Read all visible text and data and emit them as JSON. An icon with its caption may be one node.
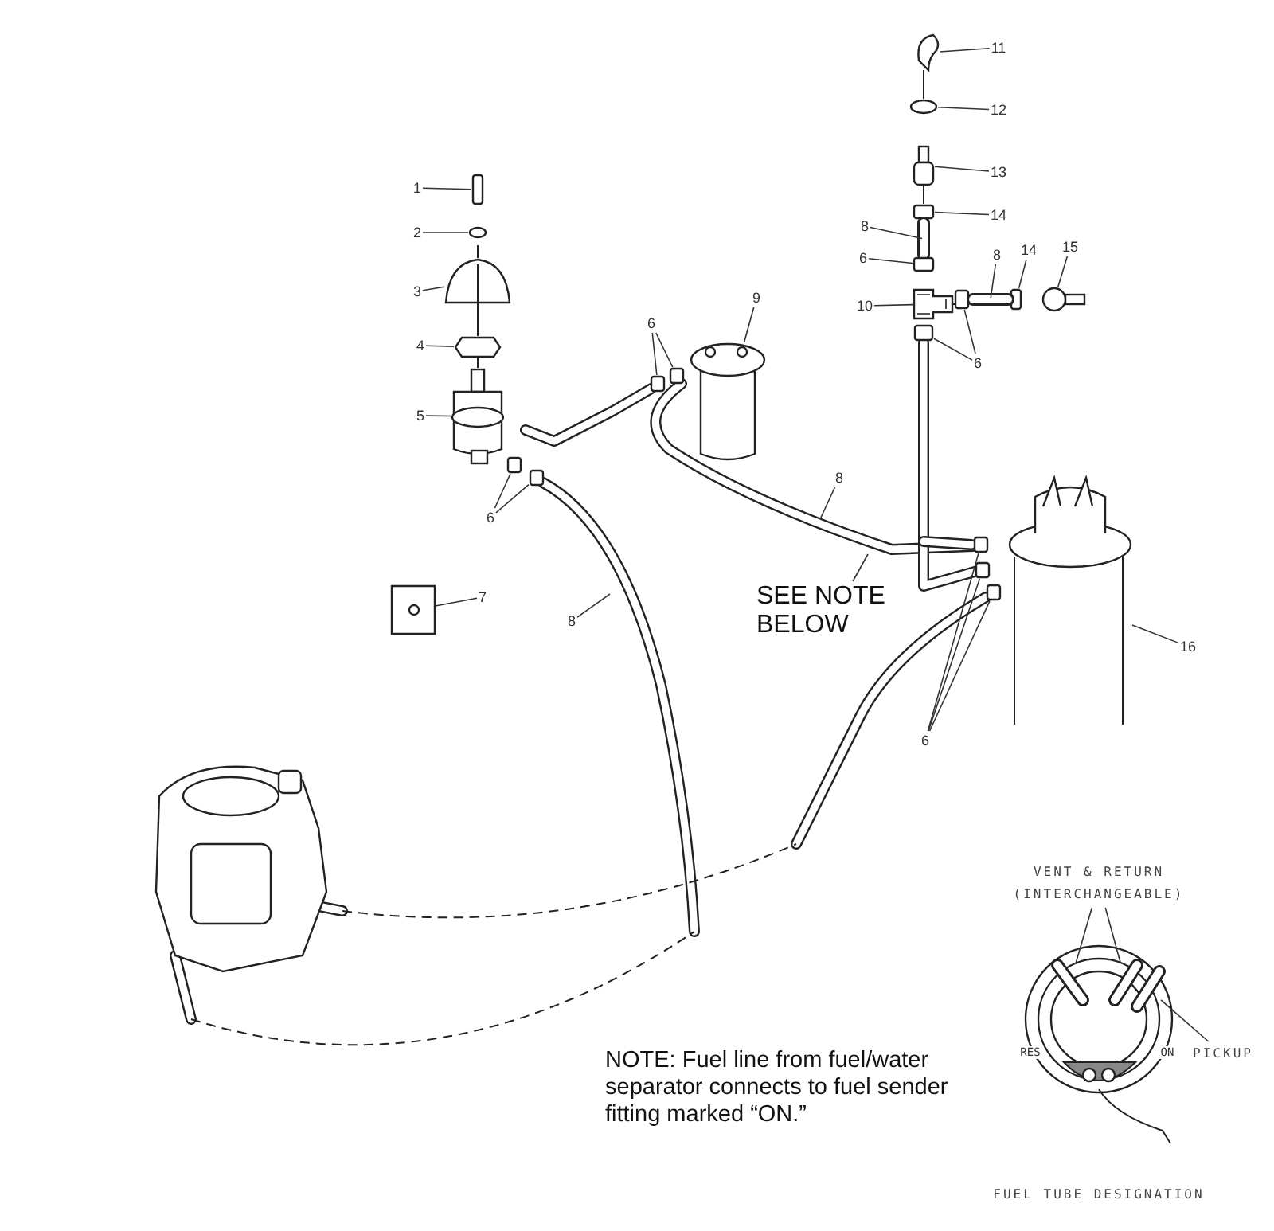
{
  "diagram": {
    "nodes": [
      {
        "text": [
          "11"
        ]
      },
      {
        "text": [
          "12"
        ]
      },
      {
        "text": [
          "13"
        ]
      },
      {
        "text": [
          "1"
        ]
      },
      {
        "text": [
          "14"
        ]
      },
      {
        "text": [
          "8"
        ]
      },
      {
        "text": [
          "2"
        ]
      },
      {
        "text": [
          "14"
        ]
      },
      {
        "text": [
          "15"
        ]
      },
      {
        "text": [
          "8"
        ]
      },
      {
        "text": [
          "6"
        ]
      },
      {
        "text": [
          "3"
        ]
      },
      {
        "text": [
          "9"
        ]
      },
      {
        "text": [
          "10"
        ]
      },
      {
        "text": [
          "6"
        ]
      },
      {
        "text": [
          "4"
        ]
      },
      {
        "text": [
          "6"
        ]
      },
      {
        "text": [
          "5"
        ]
      },
      {
        "text": [
          "8"
        ]
      },
      {
        "text": [
          "6"
        ]
      },
      {
        "text": [
          "7"
        ]
      },
      {
        "text": [
          "SEE NOTE BELOW"
        ]
      },
      {
        "text": [
          "8"
        ]
      },
      {
        "text": [
          "16"
        ]
      },
      {
        "text": [
          "6"
        ]
      },
      {
        "text": [
          "VENT & RETURN (INTERCHANGEABLE)"
        ]
      },
      {
        "text": [
          "PICKUP"
        ]
      },
      {
        "text": [],
        "shape": "cylinder"
      },
      {
        "text": [],
        "shape": "box"
      },
      {
        "text": [],
        "shape": "box"
      },
      {
        "text": [],
        "shape": "circle"
      },
      {
        "text": [],
        "shape": "bar"
      },
      {
        "text": [],
        "shape": "bar"
      },
      {
        "text": [],
        "shape": "bar"
      },
      {
        "text": [],
        "shape": "box"
      },
      {
        "text": [],
        "shape": "circle"
      },
      {
        "text": [],
        "shape": "picture"
      },
      {
        "text": [],
        "shape": "picture"
      },
      {
        "text": [],
        "shape": "picture"
      },
      {
        "text": [],
        "shape": "picture"
      },
      {
        "text": [],
        "shape": "circle"
      },
      {
        "text": [],
        "shape": "picture"
      },
      {
        "text": [],
        "shape": "box"
      },
      {
        "text": [],
        "shape": "bar"
      },
      {
        "text": [],
        "shape": "box"
      },
      {
        "text": [],
        "shape": "picture"
      },
      {
        "text": [],
        "shape": "box"
      },
      {
        "text": [],
        "shape": "box"
      },
      {
        "text": [],
        "shape": "bar"
      },
      {
        "text": [],
        "shape": "box"
      },
      {
        "text": [],
        "shape": "box"
      },
      {
        "text": [],
        "shape": "box"
      },
      {
        "text": [],
        "shape": "box"
      },
      {
        "text": [],
        "shape": "box"
      },
      {
        "text": [],
        "shape": "box"
      },
      {
        "text": [],
        "shape": "picture"
      },
      {
        "text": [],
        "shape": "picture"
      }
    ],
    "edges": [
      {
        "from": 0,
        "to": 39,
        "arrow": "none"
      },
      {
        "from": 1,
        "to": 40,
        "arrow": "none"
      },
      {
        "from": 2,
        "to": 41,
        "arrow": "none"
      },
      {
        "from": 3,
        "to": 34,
        "arrow": "none"
      },
      {
        "from": 4,
        "to": 42,
        "arrow": "none"
      },
      {
        "from": 5,
        "to": 43,
        "arrow": "none"
      },
      {
        "from": 6,
        "to": 35,
        "arrow": "none"
      },
      {
        "from": 7,
        "to": 29,
        "arrow": "none"
      },
      {
        "from": 8,
        "to": 30,
        "arrow": "none"
      },
      {
        "from": 9,
        "to": 48,
        "arrow": "none"
      },
      {
        "from": 10,
        "to": 44,
        "arrow": "none"
      },
      {
        "from": 11,
        "to": 36,
        "arrow": "none"
      },
      {
        "from": 12,
        "to": 27,
        "arrow": "none"
      },
      {
        "from": 13,
        "to": 45,
        "arrow": "none"
      },
      {
        "from": 14,
        "to": 49,
        "arrow": "none"
      },
      {
        "from": 14,
        "to": 50,
        "arrow": "none"
      },
      {
        "from": 15,
        "to": 37,
        "arrow": "none"
      },
      {
        "from": 16,
        "to": 46,
        "arrow": "none"
      },
      {
        "from": 16,
        "to": 47,
        "arrow": "none"
      },
      {
        "from": 17,
        "to": 38,
        "arrow": "none"
      },
      {
        "from": 18,
        "to": null,
        "arrow": "none"
      },
      {
        "from": 19,
        "to": 28,
        "arrow": "none"
      },
      {
        "from": 19,
        "to": 51,
        "arrow": "none"
      },
      {
        "from": 20,
        "to": 55,
        "arrow": "none"
      },
      {
        "from": 21,
        "to": null,
        "arrow": "none"
      },
      {
        "from": 22,
        "to": null,
        "arrow": "none"
      },
      {
        "from": 23,
        "to": 56,
        "arrow": "none"
      },
      {
        "from": 24,
        "to": 52,
        "arrow": "none"
      },
      {
        "from": 24,
        "to": 53,
        "arrow": "none"
      },
      {
        "from": 24,
        "to": 54,
        "arrow": "none"
      },
      {
        "from": 25,
        "to": 31,
        "arrow": "none"
      },
      {
        "from": 25,
        "to": 32,
        "arrow": "none"
      },
      {
        "from": 26,
        "to": 33,
        "arrow": "none"
      }
    ],
    "labels": [
      "RES",
      "ON",
      "NOTE:  Fuel line from fuel/water separator connects to fuel sender fitting marked “ON.”",
      "FUEL TUBE DESIGNATION"
    ]
  }
}
